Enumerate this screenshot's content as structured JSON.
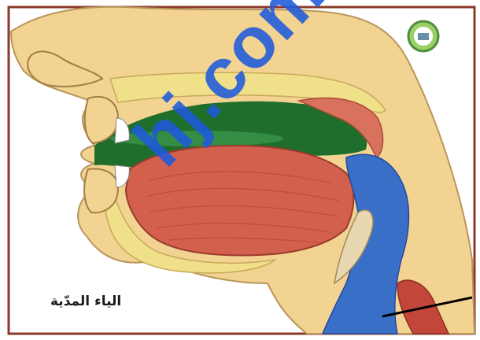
{
  "caption": "الياء المدّية",
  "watermark": "hj.com/om",
  "colors": {
    "background": "#ffffff",
    "frame": "#8b3a2a",
    "skin": "#f2d392",
    "skin_outline": "#b8965a",
    "bone": "#f0e08a",
    "mouth_cavity": "#1f6e2c",
    "tongue": "#d2604c",
    "pharynx": "#3a6fc8",
    "watermark": "#1e5adc"
  },
  "icons": {
    "logo": "circular-seal-icon",
    "pointer": "pointer-line"
  }
}
